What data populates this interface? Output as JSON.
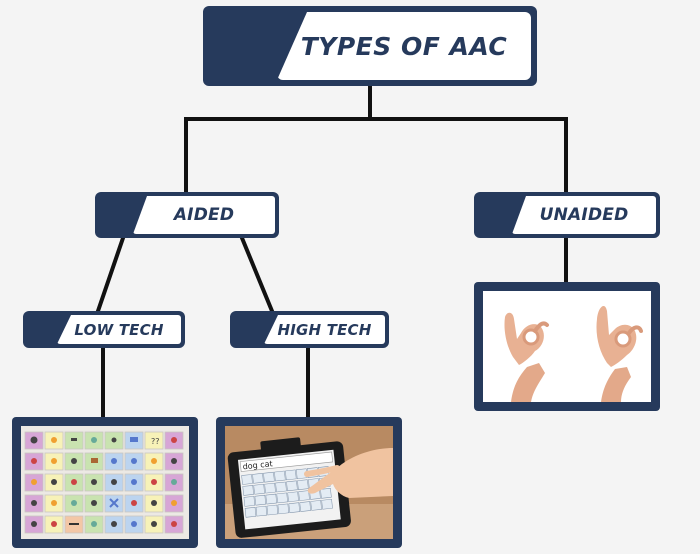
{
  "diagram": {
    "title": "TYPES OF AAC",
    "aided": "AIDED",
    "unaided": "UNAIDED",
    "low_tech": "LOW TECH",
    "high_tech": "HIGH TECH",
    "tablet_text": "dog cat"
  },
  "colors": {
    "node_fill": "#263a5c",
    "label_panel": "#ffffff",
    "connector": "#111111",
    "background": "#f4f4f4"
  }
}
